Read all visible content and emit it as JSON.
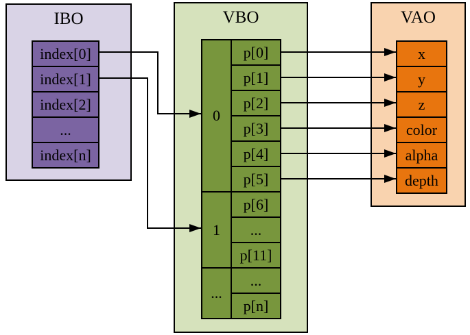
{
  "ibo": {
    "title": "IBO",
    "cells": [
      "index[0]",
      "index[1]",
      "index[2]",
      "...",
      "index[n]"
    ]
  },
  "vbo": {
    "title": "VBO",
    "group_labels": [
      "0",
      "1",
      "..."
    ],
    "cells": [
      "p[0]",
      "p[1]",
      "p[2]",
      "p[3]",
      "p[4]",
      "p[5]",
      "p[6]",
      "...",
      "p[11]",
      "...",
      "p[n]"
    ]
  },
  "vao": {
    "title": "VAO",
    "cells": [
      "x",
      "y",
      "z",
      "color",
      "alpha",
      "depth"
    ]
  },
  "connections": [
    {
      "from": "index[0]",
      "to": "VBO group 0"
    },
    {
      "from": "index[1]",
      "to": "VBO group 1"
    },
    {
      "from": "p[0]",
      "to": "x"
    },
    {
      "from": "p[1]",
      "to": "y"
    },
    {
      "from": "p[2]",
      "to": "z"
    },
    {
      "from": "p[3]",
      "to": "color"
    },
    {
      "from": "p[4]",
      "to": "alpha"
    },
    {
      "from": "p[5]",
      "to": "depth"
    }
  ],
  "colors": {
    "background": "#ffffff",
    "border": "#000000",
    "arrow": "#000000",
    "ibo_box": "#d9d3e6",
    "ibo_cell": "#7b64a2",
    "vbo_box": "#d6e2bc",
    "vbo_cell": "#78963d",
    "vao_box": "#f9d3af",
    "vao_cell": "#e8750e"
  }
}
